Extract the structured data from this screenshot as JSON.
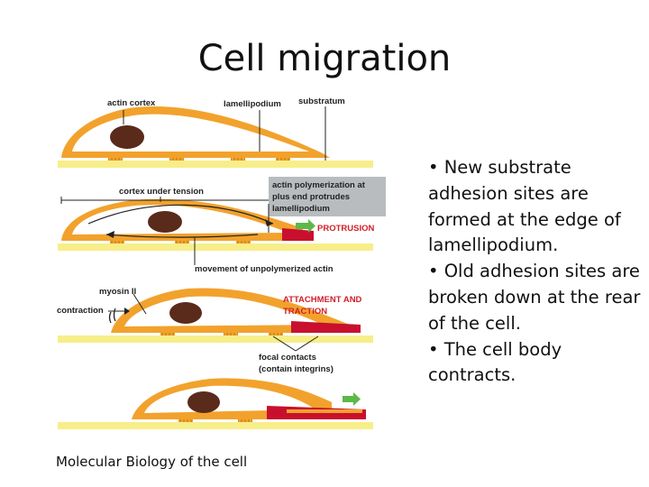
{
  "title": "Cell migration",
  "diagram": {
    "labels": {
      "actin_cortex": "actin cortex",
      "lamellipodium": "lamellipodium",
      "substratum": "substratum",
      "cortex_under_tension": "cortex under tension",
      "actin_poly_line1": "actin polymerization at",
      "actin_poly_line2": "plus end protrudes",
      "actin_poly_line3": "lamellipodium",
      "protrusion": "PROTRUSION",
      "movement": "movement of unpolymerized actin",
      "myosin": "myosin II",
      "contraction": "contraction",
      "attachment_line1": "ATTACHMENT AND",
      "attachment_line2": "TRACTION",
      "focal_line1": "focal contacts",
      "focal_line2": "(contain integrins)"
    },
    "colors": {
      "cell_fill": "#f2a22c",
      "cytoplasm": "#ffffff",
      "nucleus": "#5a2a1a",
      "substrate": "#f7ee8a",
      "focal_contact": "#c8102e",
      "arrow_green": "#5db84a",
      "label_red": "#d0202a",
      "box_gray": "#b8bcbe"
    }
  },
  "bullets": [
    "• New substrate adhesion sites are formed at the edge of lamellipodium.",
    "• Old adhesion sites are broken down at the rear of the cell.",
    "• The cell body contracts."
  ],
  "source": "Molecular Biology of the cell"
}
